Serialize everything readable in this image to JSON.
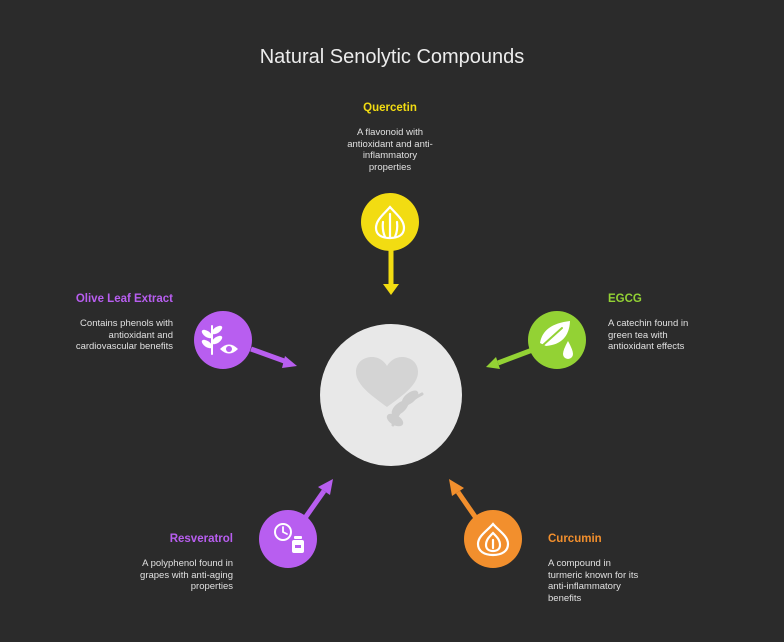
{
  "title": "Natural Senolytic Compounds",
  "colors": {
    "background": "#2b2b2b",
    "center": "#e8e8e8",
    "quercetin": "#f2dc12",
    "egcg": "#93d234",
    "curcumin": "#f28f2d",
    "resveratrol": "#b85ef0",
    "olive": "#b85ef0"
  },
  "center": {
    "icon": "heart-leaf-icon"
  },
  "items": [
    {
      "id": "quercetin",
      "label": "Quercetin",
      "icon": "garlic-icon",
      "desc": [
        "A flavonoid with",
        "antioxidant and anti-",
        "inflammatory",
        "properties"
      ]
    },
    {
      "id": "egcg",
      "label": "EGCG",
      "icon": "leaf-drop-icon",
      "desc": [
        "A catechin found in",
        "green tea with",
        "antioxidant effects"
      ]
    },
    {
      "id": "curcumin",
      "label": "Curcumin",
      "icon": "onion-icon",
      "desc": [
        "A compound in",
        "turmeric known for its",
        "anti-inflammatory",
        "benefits"
      ]
    },
    {
      "id": "resveratrol",
      "label": "Resveratrol",
      "icon": "supplement-timer-icon",
      "desc": [
        "A polyphenol found in",
        "grapes with anti-aging",
        "properties"
      ]
    },
    {
      "id": "olive",
      "label": "Olive Leaf Extract",
      "icon": "leaf-eye-icon",
      "desc": [
        "Contains phenols with",
        "antioxidant and",
        "cardiovascular benefits"
      ]
    }
  ]
}
